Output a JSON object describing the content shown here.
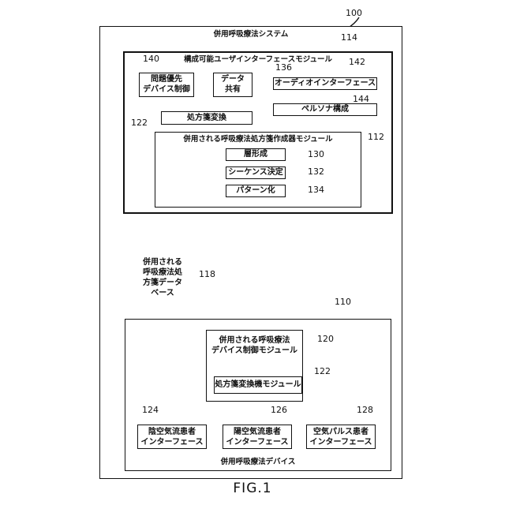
{
  "system": {
    "ref": "100",
    "title": "併用呼吸療法システム"
  },
  "ui_module": {
    "ref": "114",
    "title": "構成可能ユーザインターフェースモジュール"
  },
  "priority_control": {
    "ref": "140",
    "label_line1": "問題優先",
    "label_line2": "デバイス制御"
  },
  "data_sharing": {
    "ref": "136",
    "label_line1": "データ",
    "label_line2": "共有"
  },
  "prescription_conversion": {
    "ref": "122",
    "label": "処方箋変換"
  },
  "audio_interface": {
    "ref": "142",
    "label": "オーディオインターフェース"
  },
  "persona": {
    "ref": "144",
    "label": "ペルソナ構成"
  },
  "rx_creator": {
    "ref": "112",
    "title": "併用される呼吸療法処方箋作成器モジュール"
  },
  "layering": {
    "ref": "130",
    "label": "層形成"
  },
  "sequencing": {
    "ref": "132",
    "label": "シーケンス決定"
  },
  "patterning": {
    "ref": "134",
    "label": "パターン化"
  },
  "database": {
    "ref": "118",
    "line1": "併用される",
    "line2": "呼吸療法処",
    "line3": "方箋データ",
    "line4": "ベース"
  },
  "device": {
    "ref": "110",
    "title": "併用呼吸療法デバイス"
  },
  "device_control": {
    "ref": "120",
    "label_line1": "併用される呼吸療法",
    "label_line2": "デバイス制御モジュール"
  },
  "converter_module": {
    "ref": "122",
    "label": "処方箋変換機モジュール"
  },
  "negative_airflow": {
    "ref": "124",
    "label_line1": "陰空気流患者",
    "label_line2": "インターフェース"
  },
  "positive_airflow": {
    "ref": "126",
    "label_line1": "陽空気流患者",
    "label_line2": "インターフェース"
  },
  "air_pulse": {
    "ref": "128",
    "label_line1": "空気パルス患者",
    "label_line2": "インターフェース"
  },
  "figure_label": "FIG.1"
}
